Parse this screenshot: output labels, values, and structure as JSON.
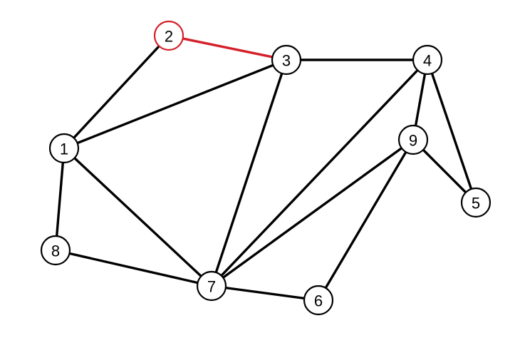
{
  "graph": {
    "default_color": "#000000",
    "highlight_color": "#d4202a",
    "nodes": [
      {
        "id": "1",
        "label": "1",
        "highlight": false
      },
      {
        "id": "2",
        "label": "2",
        "highlight": true
      },
      {
        "id": "3",
        "label": "3",
        "highlight": false
      },
      {
        "id": "4",
        "label": "4",
        "highlight": false
      },
      {
        "id": "5",
        "label": "5",
        "highlight": false
      },
      {
        "id": "6",
        "label": "6",
        "highlight": false
      },
      {
        "id": "7",
        "label": "7",
        "highlight": false
      },
      {
        "id": "8",
        "label": "8",
        "highlight": false
      },
      {
        "id": "9",
        "label": "9",
        "highlight": false
      }
    ],
    "edges": [
      {
        "from": "2",
        "to": "3",
        "highlight": true
      },
      {
        "from": "2",
        "to": "1",
        "highlight": false
      },
      {
        "from": "1",
        "to": "3",
        "highlight": false
      },
      {
        "from": "3",
        "to": "4",
        "highlight": false
      },
      {
        "from": "3",
        "to": "7",
        "highlight": false
      },
      {
        "from": "4",
        "to": "7",
        "highlight": false
      },
      {
        "from": "4",
        "to": "9",
        "highlight": false
      },
      {
        "from": "4",
        "to": "5",
        "highlight": false
      },
      {
        "from": "9",
        "to": "5",
        "highlight": false
      },
      {
        "from": "9",
        "to": "7",
        "highlight": false
      },
      {
        "from": "9",
        "to": "6",
        "highlight": false
      },
      {
        "from": "1",
        "to": "7",
        "highlight": false
      },
      {
        "from": "1",
        "to": "8",
        "highlight": false
      },
      {
        "from": "8",
        "to": "7",
        "highlight": false
      },
      {
        "from": "7",
        "to": "6",
        "highlight": false
      }
    ]
  }
}
